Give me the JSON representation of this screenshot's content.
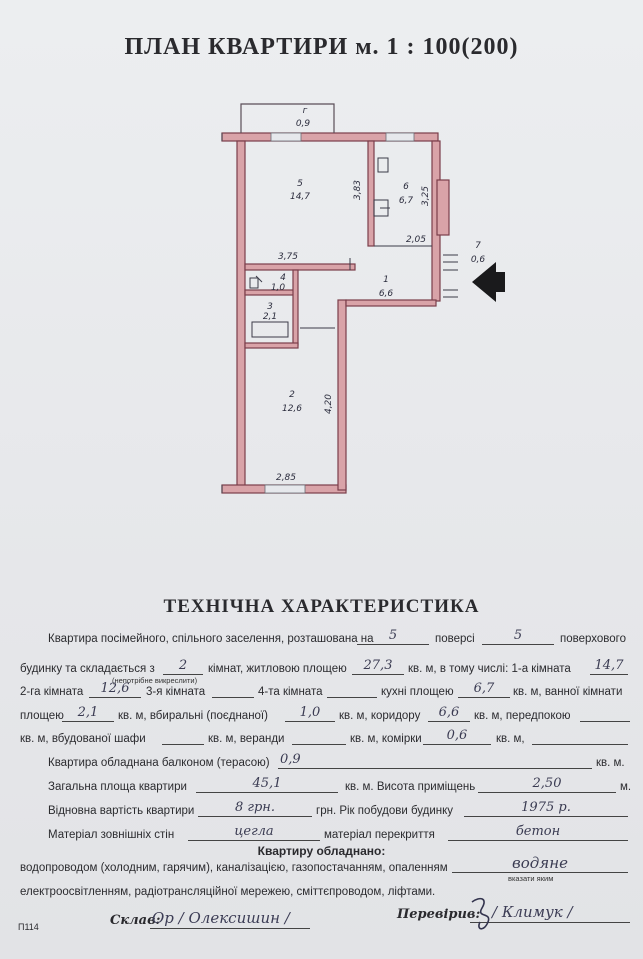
{
  "plan": {
    "title": "ПЛАН КВАРТИРИ м. 1 : 100(200)",
    "rooms": [
      {
        "num": "5",
        "area": "14,7"
      },
      {
        "num": "6",
        "area": "6,7"
      },
      {
        "num": "1",
        "area": "6,6"
      },
      {
        "num": "4",
        "area": "1,0"
      },
      {
        "num": "3",
        "area": "2,1"
      },
      {
        "num": "2",
        "area": "12,6"
      },
      {
        "num": "7",
        "area": "0,6"
      },
      {
        "num": "г",
        "area": "0,9"
      }
    ],
    "dims": {
      "d1": "3,83",
      "d2": "3,25",
      "d3": "3,75",
      "d4": "2,05",
      "d5": "4,20",
      "d6": "2,85"
    }
  },
  "tech": {
    "title": "ТЕХНІЧНА ХАРАКТЕРИСТИКА",
    "l1_a": "Квартира посімейного, спільного заселення, розташована на",
    "l1_b": "поверсі",
    "l1_c": "поверхового",
    "floor": "5",
    "floors_total": "5",
    "l2_a": "будинку та складається з",
    "rooms_count": "2",
    "l2_b": "кімнат, житловою площею",
    "living_area": "27,3",
    "l2_c": "кв. м, в тому числі: 1-а кімната",
    "room1": "14,7",
    "note_cross": "(непотрібне викреслити)",
    "l3_a": "2-га кімната",
    "room2": "12,6",
    "l3_b": "3-я кімната",
    "l3_c": "4-та кімната",
    "l3_d": "кухні площею",
    "kitchen": "6,7",
    "l3_e": "кв. м, ванної кімнати",
    "l4_a": "площею",
    "bath": "2,1",
    "l4_b": "кв. м, вбиральні (поєднаної)",
    "toilet": "1,0",
    "l4_c": "кв. м, коридору",
    "corridor": "6,6",
    "l4_d": "кв. м, передпокою",
    "l5_a": "кв. м, вбудованої шафи",
    "l5_b": "кв. м, веранди",
    "l5_c": "кв. м, комірки",
    "pantry": "0,6",
    "l5_d": "кв. м,",
    "l6_a": "Квартира обладнана балконом (терасою)",
    "balcony": "0,9",
    "l6_b": "кв. м.",
    "l7_a": "Загальна площа квартири",
    "total_area": "45,1",
    "l7_b": "кв. м. Висота приміщень",
    "height": "2,50",
    "l7_c": "м.",
    "l8_a": "Відновна вартість квартири",
    "cost": "8 грн.",
    "l8_b": "грн. Рік побудови будинку",
    "year": "1975 р.",
    "l9_a": "Матеріал зовнішніх стін",
    "walls": "цегла",
    "l9_b": "матеріал перекриття",
    "ceiling": "бетон",
    "equip_title": "Квартиру обладнано:",
    "l10_a": "водопроводом (холодним, гарячим), каналізацією, газопостачанням, опаленням",
    "heating": "водяне",
    "note_which": "вказати яким",
    "l11": "електроосвітленням, радіотрансляційної мережею, сміттєпроводом, ліфтами.",
    "code": "П114",
    "made_label": "Склав:",
    "made_sign": "Ор / Олексишин /",
    "checked_label": "Перевірив:",
    "checked_sign": "/ Климук /"
  }
}
